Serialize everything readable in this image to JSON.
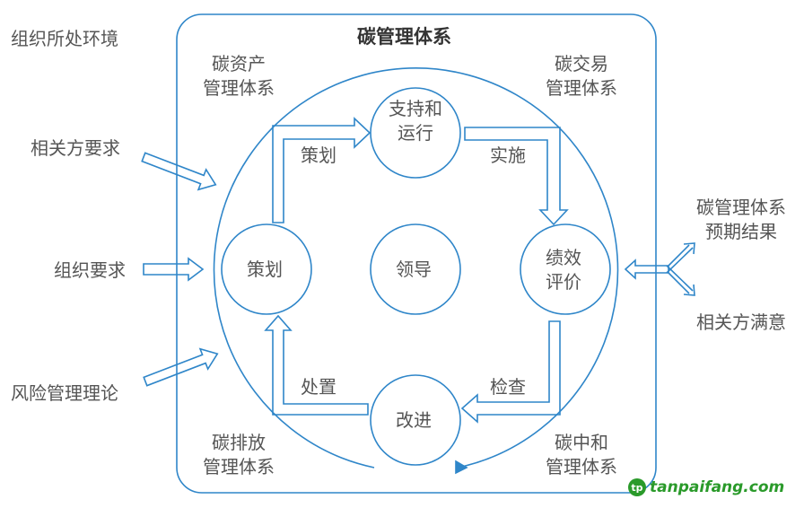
{
  "title": "碳管理体系",
  "outside": {
    "env": "组织所处环境",
    "party": "相关方要求",
    "org": "组织要求",
    "risk": "风险管理理论"
  },
  "corners": {
    "asset": [
      "碳资产",
      "管理体系"
    ],
    "trade": [
      "碳交易",
      "管理体系"
    ],
    "emission": [
      "碳排放",
      "管理体系"
    ],
    "neutral": [
      "碳中和",
      "管理体系"
    ]
  },
  "nodes": {
    "support": [
      "支持和",
      "运行"
    ],
    "plan": "策划",
    "lead": "领导",
    "eval": [
      "绩效",
      "评价"
    ],
    "improve": "改进"
  },
  "arrows": {
    "plan": "策划",
    "implement": "实施",
    "check": "检查",
    "handle": "处置"
  },
  "outputs": {
    "expected": [
      "碳管理体系",
      "预期结果"
    ],
    "satisfaction": "相关方满意"
  },
  "watermark": "tanpaifang.com",
  "colors": {
    "line": "#2f86c9"
  }
}
